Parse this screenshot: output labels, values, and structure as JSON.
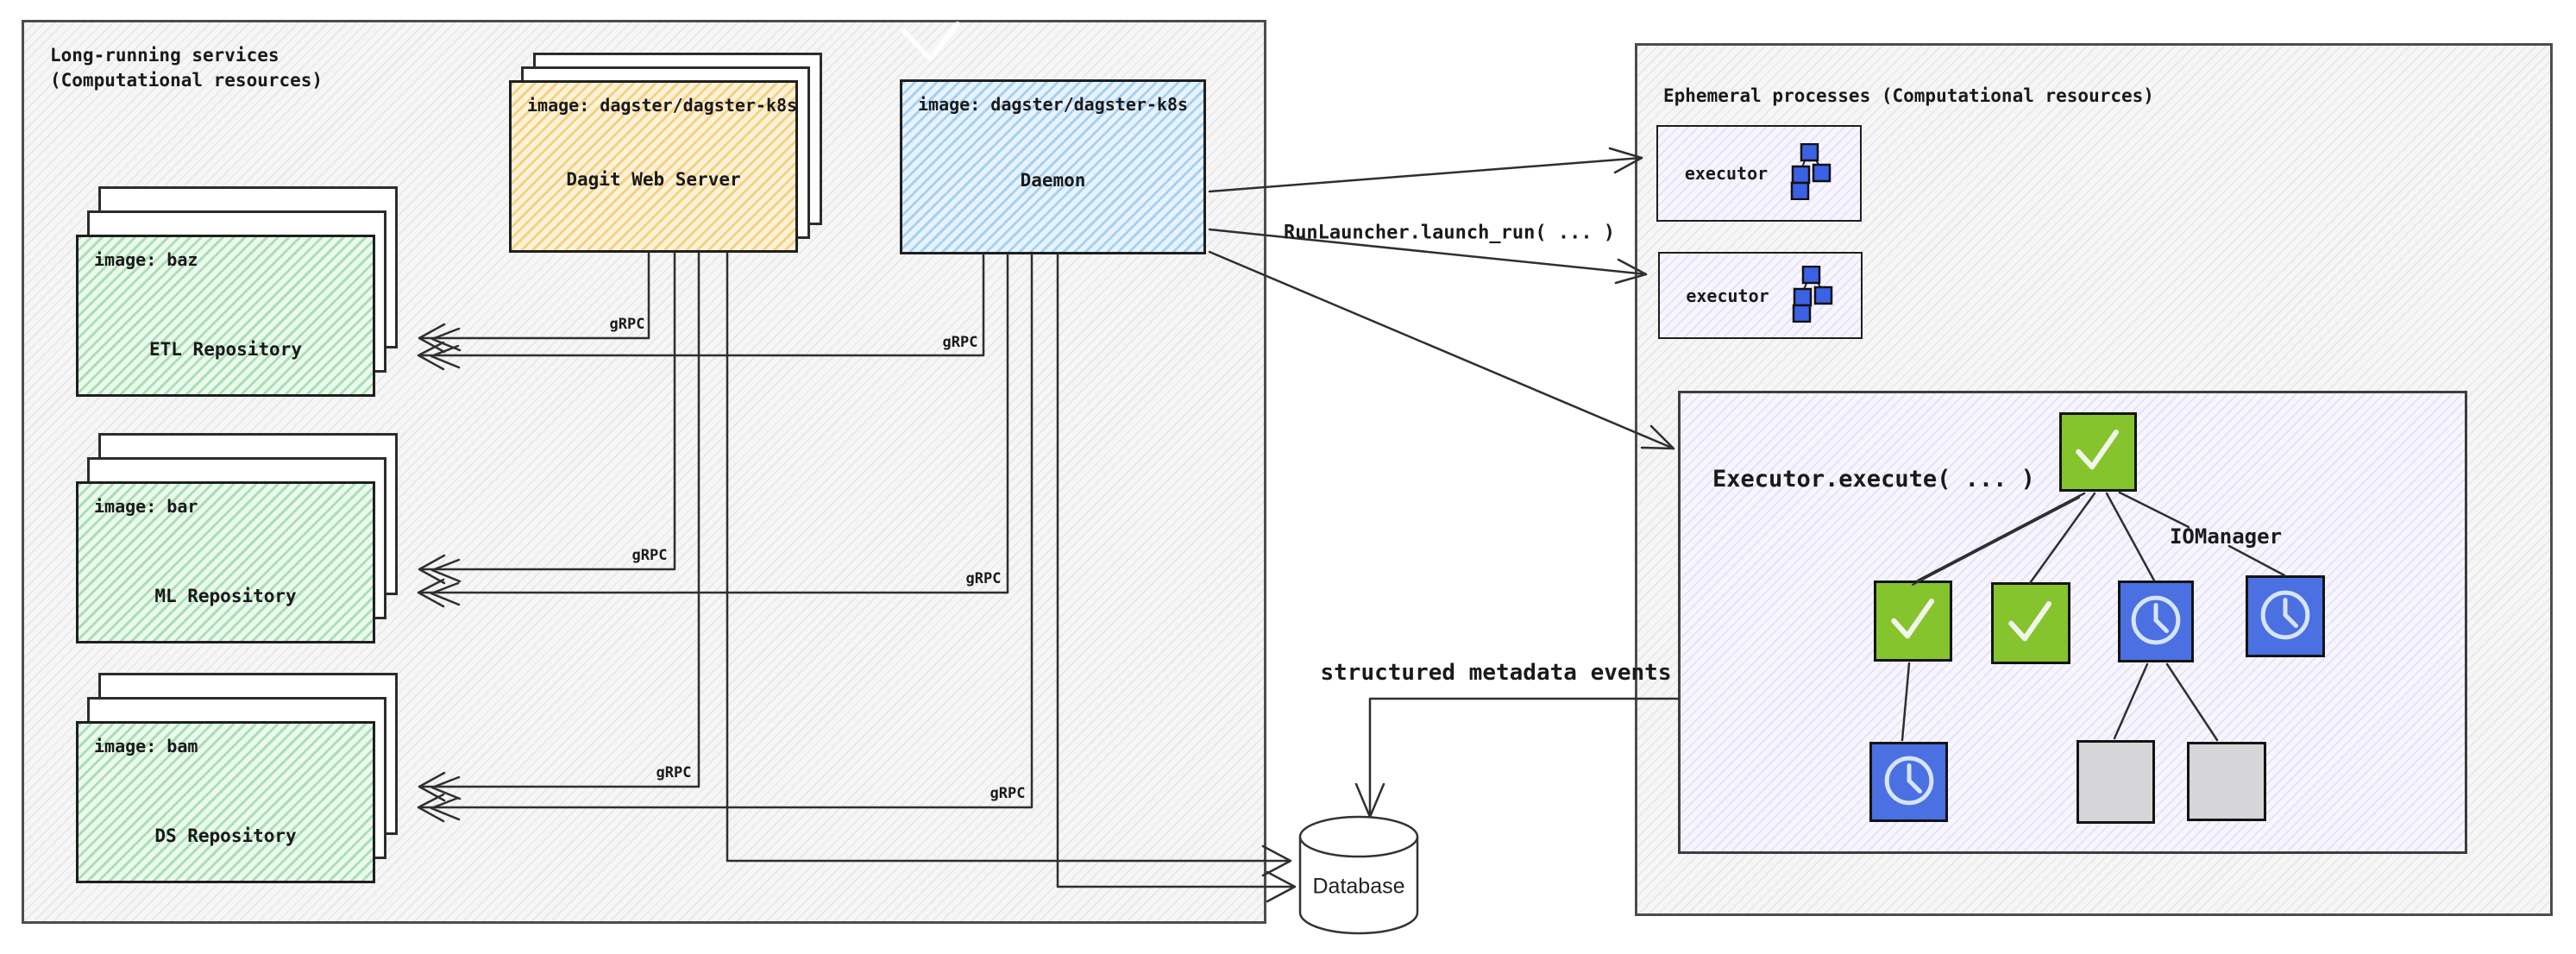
{
  "left_container": {
    "title_line1": "Long-running services",
    "title_line2": "(Computational resources)"
  },
  "right_container": {
    "title": "Ephemeral processes (Computational resources)"
  },
  "dagit": {
    "image_label": "image: dagster/dagster-k8s",
    "name": "Dagit Web Server"
  },
  "daemon": {
    "image_label": "image: dagster/dagster-k8s",
    "name": "Daemon"
  },
  "repositories": [
    {
      "image_label": "image: baz",
      "name": "ETL Repository"
    },
    {
      "image_label": "image: bar",
      "name": "ML Repository"
    },
    {
      "image_label": "image: bam",
      "name": "DS Repository"
    }
  ],
  "executors": [
    {
      "label": "executor"
    },
    {
      "label": "executor"
    }
  ],
  "labels": {
    "grpc": "gRPC",
    "run_launcher": "RunLauncher.launch_run( ... )",
    "structured_metadata": "structured metadata events",
    "executor_execute": "Executor.execute( ... )",
    "io_manager": "IOManager",
    "database": "Database"
  },
  "icons": {
    "tree_done": "check-icon",
    "tree_waiting": "clock-icon",
    "tree_skipped": "blank-gray",
    "executor_graph": "dag-icon"
  },
  "colors": {
    "dagit_fill": "#f6d180",
    "daemon_fill": "#a5d1f5",
    "repo_fill": "#a9e0b2",
    "executor_fill": "#e5e2fa",
    "check_green": "#85c42d",
    "clock_blue": "#4a70e2",
    "skipped_gray": "#d6d6d8",
    "line": "#2f2f2f"
  }
}
